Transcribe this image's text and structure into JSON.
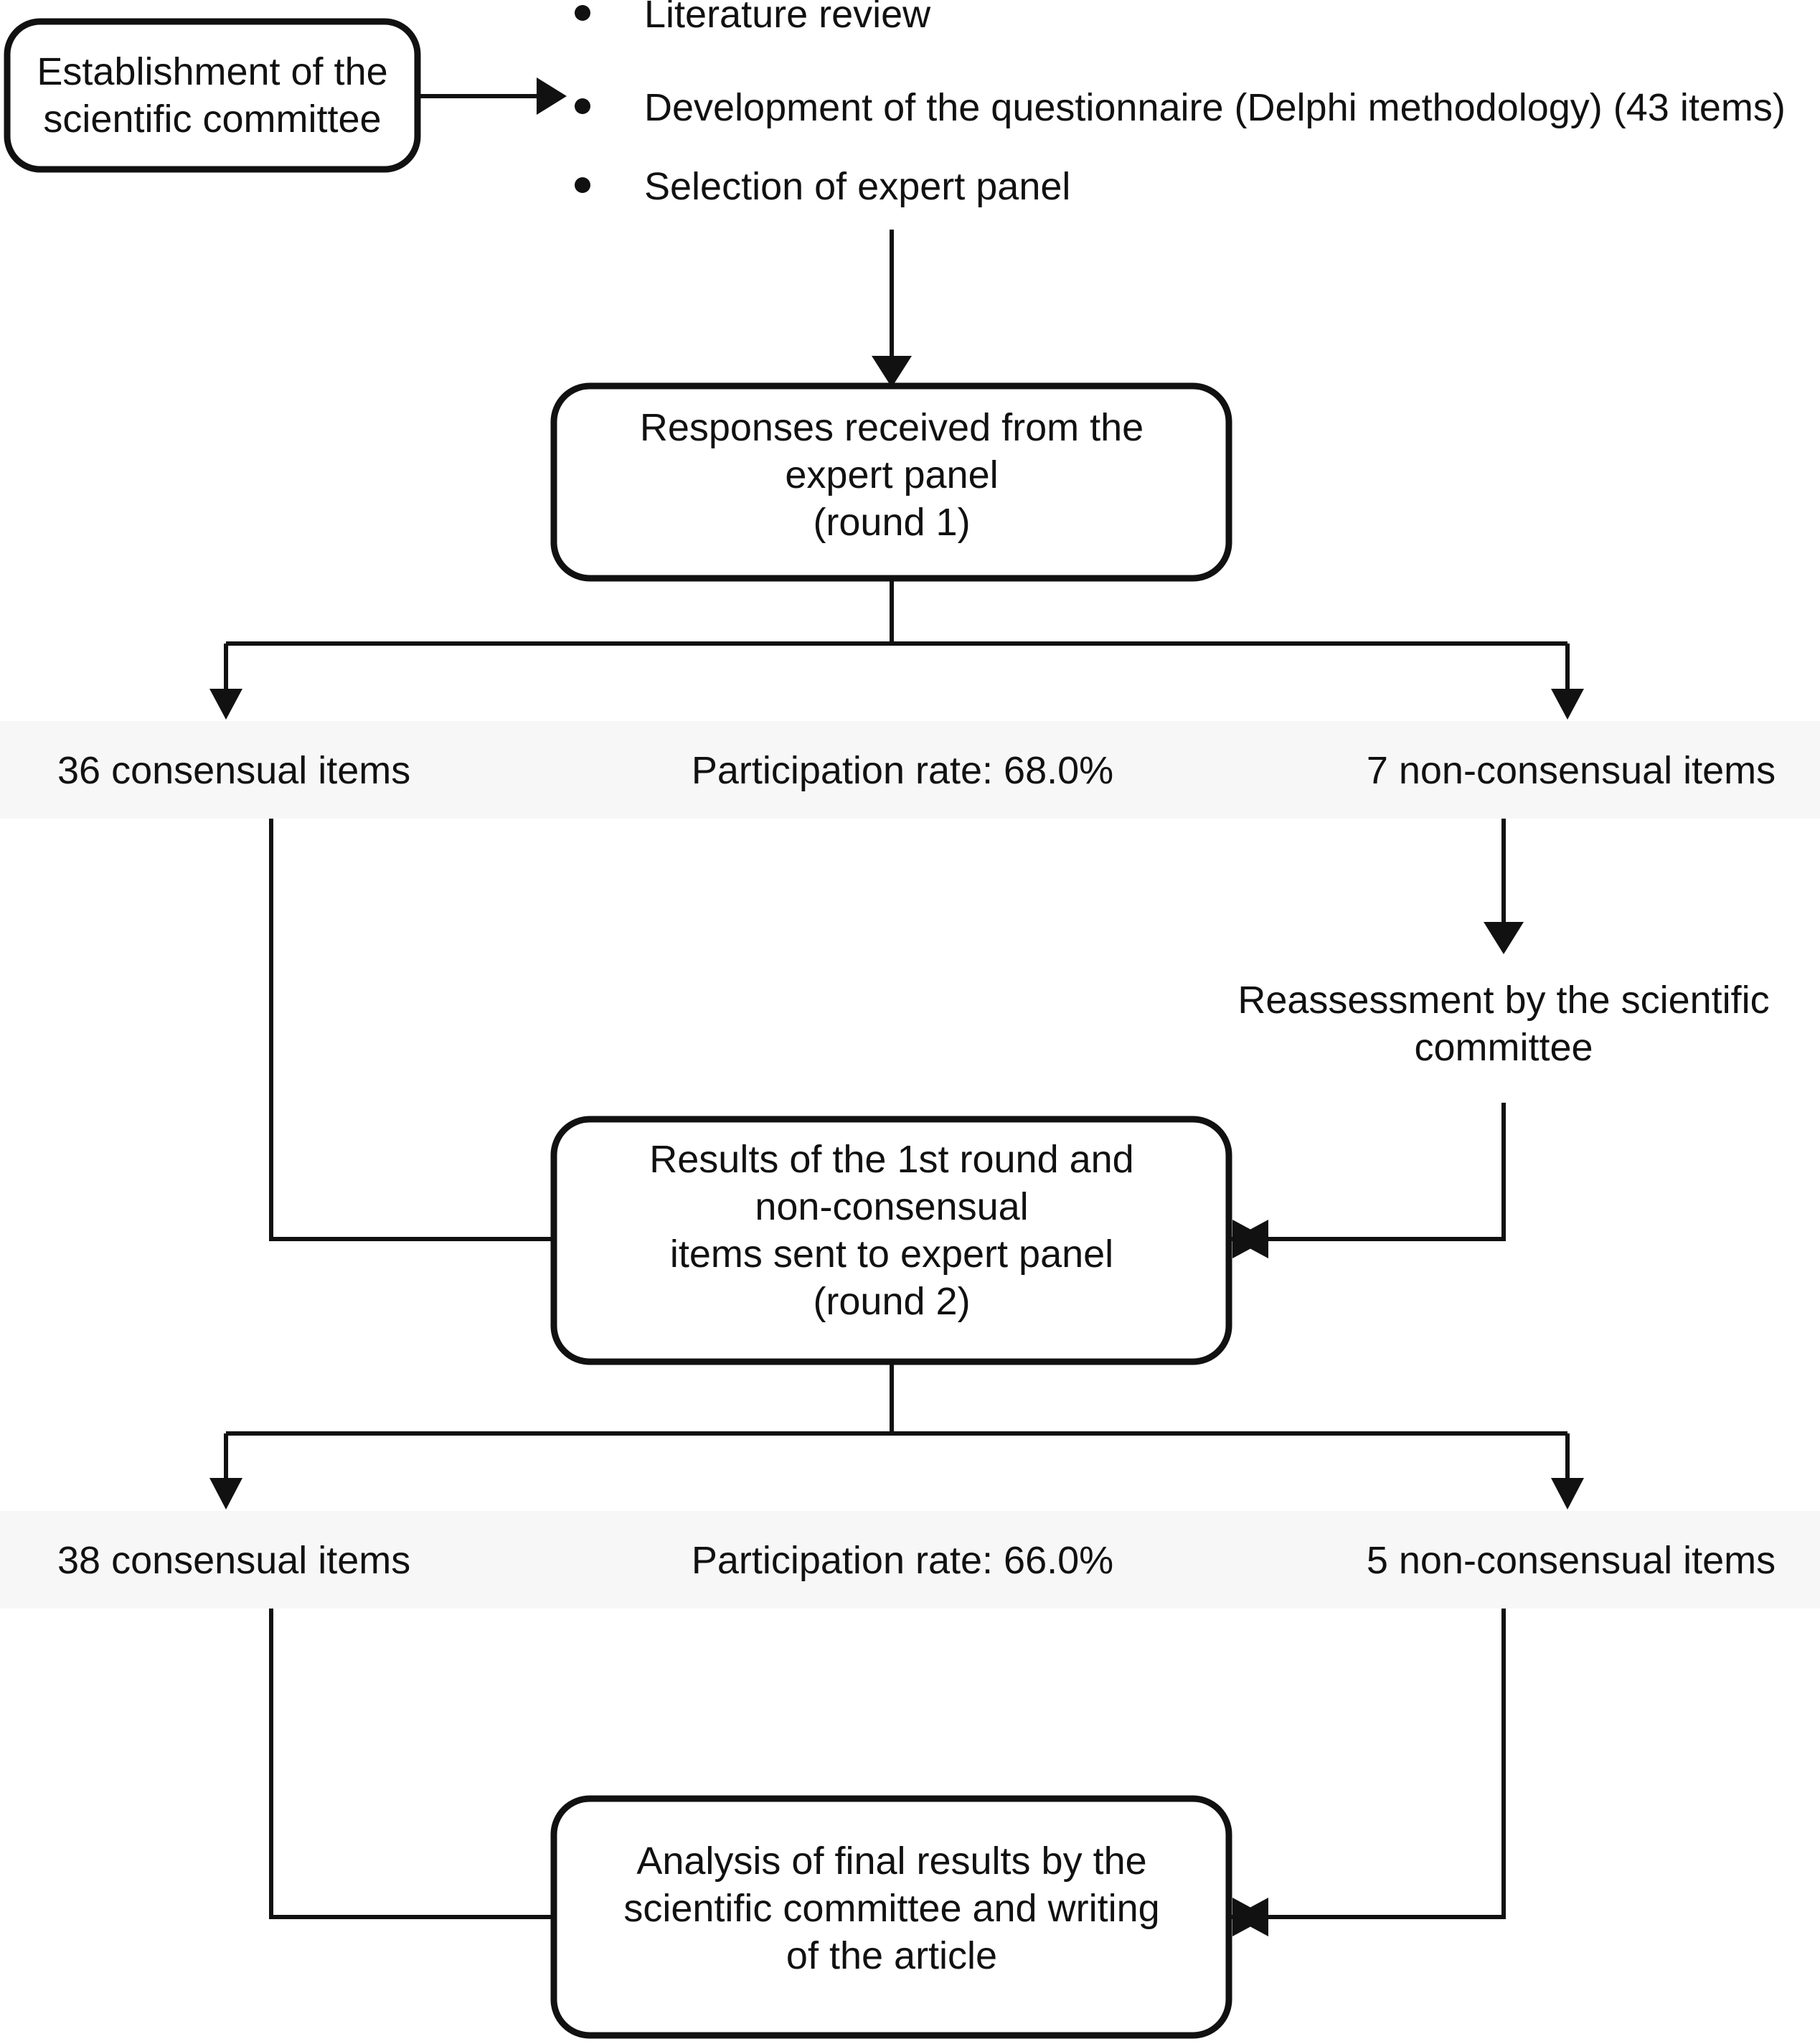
{
  "diagram": {
    "title": "Delphi methodology study flowchart",
    "colors": {
      "stroke": "#111111",
      "box_fill": "#ffffff",
      "band_fill": "#f7f7f7",
      "background": "#ffffff"
    }
  },
  "nodes": {
    "committee": {
      "lines": [
        "Establishment of the",
        "scientific committee"
      ]
    },
    "round1_box": {
      "lines": [
        "Responses received from the",
        "expert panel",
        "(round 1)"
      ]
    },
    "reassessment": {
      "lines": [
        "Reassessment by the scientific",
        "committee"
      ]
    },
    "round2_box": {
      "lines": [
        "Results of the 1st round and",
        "non-consensual",
        "items sent to expert panel",
        "(round 2)"
      ]
    },
    "final_box": {
      "lines": [
        "Analysis of final results by the",
        "scientific committee and writing",
        "of the article"
      ]
    }
  },
  "bullets": [
    "Literature review",
    "Development of the questionnaire (Delphi methodology) (43 items)",
    "Selection of expert panel"
  ],
  "bands": [
    {
      "id": "round1-results",
      "left": "36 consensual items",
      "center": "Participation rate: 68.0%",
      "right": "7 non-consensual items"
    },
    {
      "id": "round2-results",
      "left": "38 consensual items",
      "center": "Participation rate: 66.0%",
      "right": "5 non-consensual items"
    }
  ]
}
